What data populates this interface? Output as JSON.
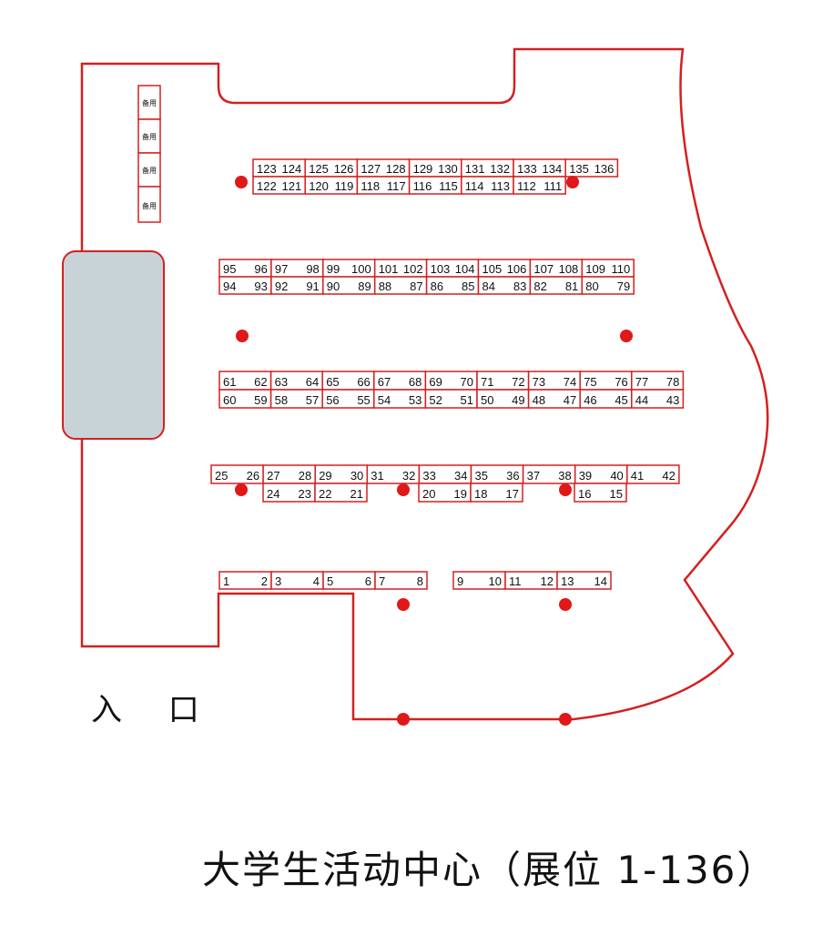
{
  "title": "大学生活动中心（展位 1-136）",
  "entrance_label": "入 口",
  "reserve_label": "备用",
  "colors": {
    "wall": "#d42020",
    "pillar": "#e01818",
    "block_fill": "#c8d3d8",
    "block_stroke": "#d42020"
  },
  "booth_rows": [
    {
      "top": [
        "123",
        "124",
        "125",
        "126",
        "127",
        "128",
        "129",
        "130",
        "131",
        "132",
        "133",
        "134",
        "135",
        "136"
      ],
      "bottom": [
        "122",
        "121",
        "120",
        "119",
        "118",
        "117",
        "116",
        "115",
        "114",
        "113",
        "112",
        "111"
      ]
    },
    {
      "top": [
        "95",
        "96",
        "97",
        "98",
        "99",
        "100",
        "101",
        "102",
        "103",
        "104",
        "105",
        "106",
        "107",
        "108",
        "109",
        "110"
      ],
      "bottom": [
        "94",
        "93",
        "92",
        "91",
        "90",
        "89",
        "88",
        "87",
        "86",
        "85",
        "84",
        "83",
        "82",
        "81",
        "80",
        "79"
      ]
    },
    {
      "top": [
        "61",
        "62",
        "63",
        "64",
        "65",
        "66",
        "67",
        "68",
        "69",
        "70",
        "71",
        "72",
        "73",
        "74",
        "75",
        "76",
        "77",
        "78"
      ],
      "bottom": [
        "60",
        "59",
        "58",
        "57",
        "56",
        "55",
        "54",
        "53",
        "52",
        "51",
        "50",
        "49",
        "48",
        "47",
        "46",
        "45",
        "44",
        "43"
      ]
    },
    {
      "top": [
        "25",
        "26",
        "27",
        "28",
        "29",
        "30",
        "31",
        "32",
        "33",
        "34",
        "35",
        "36",
        "37",
        "38",
        "39",
        "40",
        "41",
        "42"
      ],
      "bottom": [
        "24",
        "23",
        "22",
        "21",
        "20",
        "19",
        "18",
        "17",
        "16",
        "15"
      ]
    },
    {
      "top": [
        "1",
        "2",
        "3",
        "4",
        "5",
        "6",
        "7",
        "8",
        "9",
        "10",
        "11",
        "12",
        "13",
        "14"
      ]
    }
  ]
}
